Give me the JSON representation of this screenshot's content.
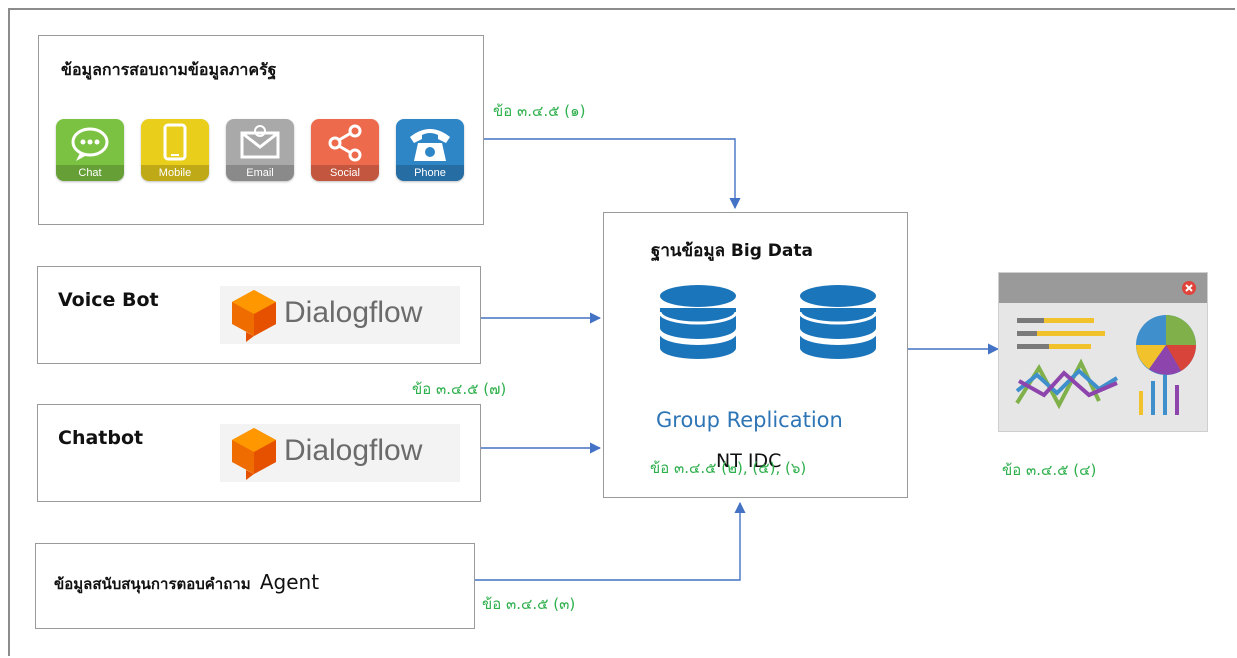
{
  "sources": {
    "gov_inquiry": {
      "title": "ข้อมูลการสอบถามข้อมูลภาครัฐ",
      "channels": [
        {
          "label": "Chat",
          "icon": "chat-bubble-icon",
          "color": "#7cc242"
        },
        {
          "label": "Mobile",
          "icon": "mobile-phone-icon",
          "color": "#e9cf1c"
        },
        {
          "label": "Email",
          "icon": "email-icon",
          "color": "#a9a9a9"
        },
        {
          "label": "Social",
          "icon": "share-icon",
          "color": "#ee6a4d"
        },
        {
          "label": "Phone",
          "icon": "telephone-icon",
          "color": "#2f86c7"
        }
      ],
      "ref": "ข้อ ๓.๔.๕ (๑)"
    },
    "voice_bot": {
      "title": "Voice Bot",
      "logo_text": "Dialogflow",
      "ref": "ข้อ ๓.๔.๕ (๗)"
    },
    "chatbot": {
      "title": "Chatbot",
      "logo_text": "Dialogflow"
    },
    "agent_support": {
      "title_thai": "ข้อมูลสนับสนุนการตอบคำถาม",
      "title_en": "Agent",
      "ref": "ข้อ ๓.๔.๕ (๓)"
    }
  },
  "big_data": {
    "title": "ฐานข้อมูล Big Data",
    "replication": "Group Replication",
    "host": "NT IDC",
    "ref": "ข้อ ๓.๔.๕ (๒), (๕), (๖)"
  },
  "dashboard": {
    "ref": "ข้อ ๓.๔.๕ (๔)",
    "icon": "dashboard-window-icon"
  },
  "colors": {
    "arrow": "#4472c4",
    "ref_text": "#2fb04d",
    "database": "#1b75bb",
    "replication_text": "#2e75b6",
    "dialogflow_orange": "#ef6c00"
  }
}
